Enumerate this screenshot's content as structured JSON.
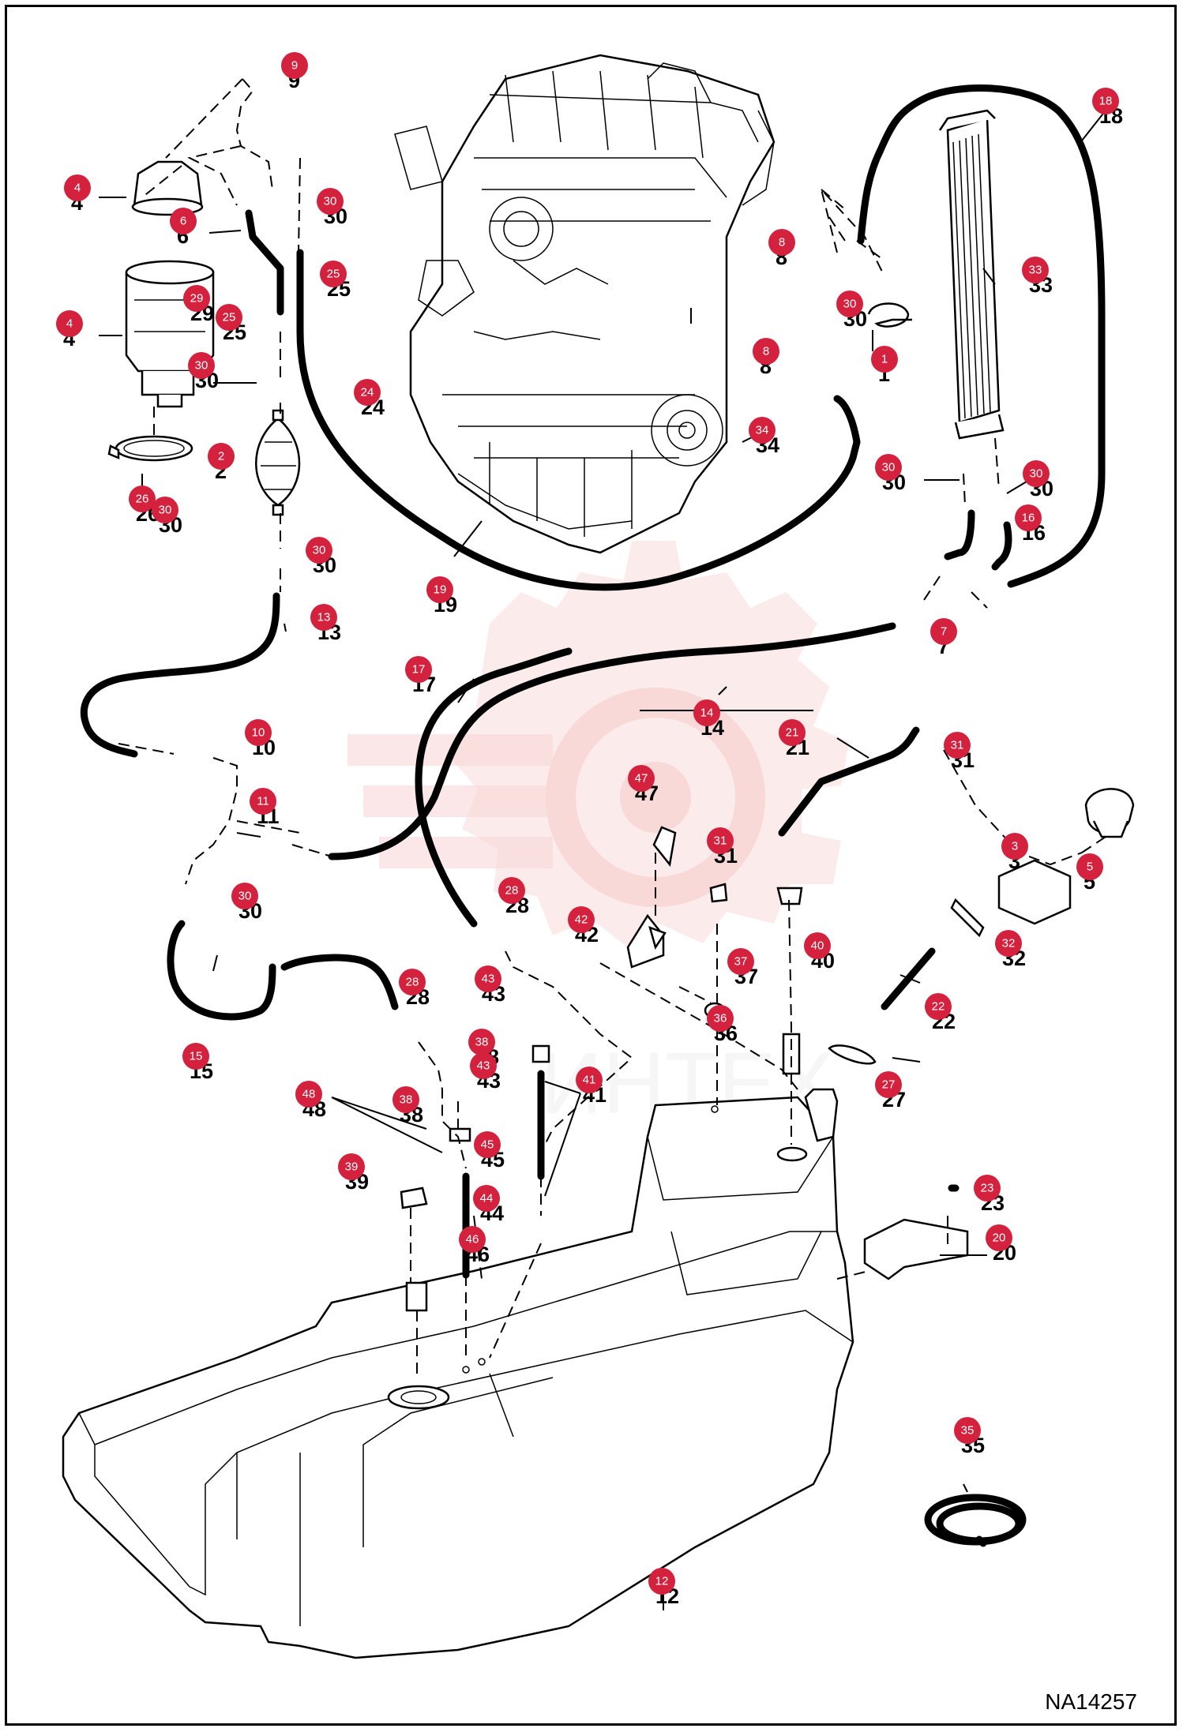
{
  "drawing_code": "NA14257",
  "watermark": "ИНТЕХ",
  "colors": {
    "bubble": "#d4213d",
    "watermark": "#f4b8b8",
    "line": "#000000"
  },
  "callouts": [
    {
      "id": "1"
    },
    {
      "id": "2"
    },
    {
      "id": "3"
    },
    {
      "id": "4"
    },
    {
      "id": "4"
    },
    {
      "id": "5"
    },
    {
      "id": "6"
    },
    {
      "id": "7"
    },
    {
      "id": "8"
    },
    {
      "id": "8"
    },
    {
      "id": "9"
    },
    {
      "id": "10"
    },
    {
      "id": "11"
    },
    {
      "id": "12"
    },
    {
      "id": "13"
    },
    {
      "id": "14"
    },
    {
      "id": "15"
    },
    {
      "id": "16"
    },
    {
      "id": "17"
    },
    {
      "id": "18"
    },
    {
      "id": "19"
    },
    {
      "id": "20"
    },
    {
      "id": "21"
    },
    {
      "id": "22"
    },
    {
      "id": "23"
    },
    {
      "id": "24"
    },
    {
      "id": "25"
    },
    {
      "id": "25"
    },
    {
      "id": "26"
    },
    {
      "id": "27"
    },
    {
      "id": "28"
    },
    {
      "id": "28"
    },
    {
      "id": "29"
    },
    {
      "id": "30"
    },
    {
      "id": "30"
    },
    {
      "id": "30"
    },
    {
      "id": "30"
    },
    {
      "id": "30"
    },
    {
      "id": "30"
    },
    {
      "id": "30"
    },
    {
      "id": "30"
    },
    {
      "id": "31"
    },
    {
      "id": "31"
    },
    {
      "id": "32"
    },
    {
      "id": "33"
    },
    {
      "id": "34"
    },
    {
      "id": "35"
    },
    {
      "id": "36"
    },
    {
      "id": "37"
    },
    {
      "id": "38"
    },
    {
      "id": "38"
    },
    {
      "id": "39"
    },
    {
      "id": "40"
    },
    {
      "id": "41"
    },
    {
      "id": "42"
    },
    {
      "id": "43"
    },
    {
      "id": "43"
    },
    {
      "id": "44"
    },
    {
      "id": "45"
    },
    {
      "id": "46"
    },
    {
      "id": "47"
    },
    {
      "id": "48"
    }
  ]
}
